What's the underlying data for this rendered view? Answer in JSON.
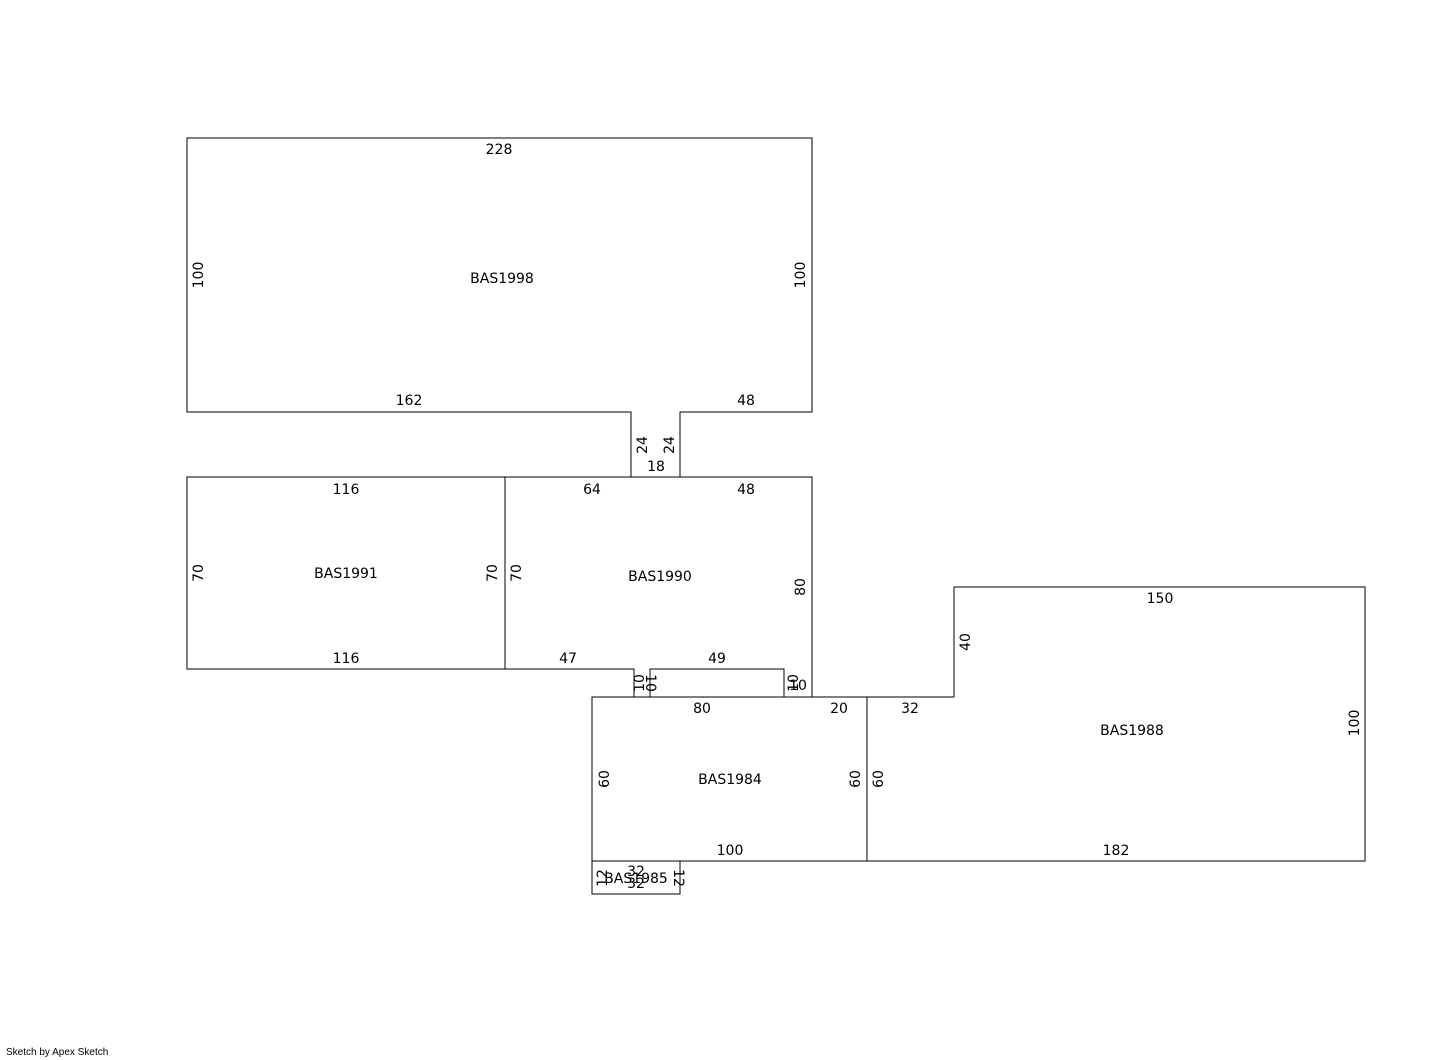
{
  "footer": "Sketch by Apex Sketch",
  "areas": {
    "bas1998": "BAS1998",
    "bas1991": "BAS1991",
    "bas1990": "BAS1990",
    "bas1988": "BAS1988",
    "bas1984": "BAS1984",
    "bas1985": "BAS1985"
  },
  "dims": {
    "d1998_top": "228",
    "d1998_left": "100",
    "d1998_right": "100",
    "d1998_bottom_left": "162",
    "d1998_bottom_right": "48",
    "connector_left": "24",
    "connector_right": "24",
    "connector_bottom": "18",
    "d1991_top": "116",
    "d1991_left": "70",
    "d1991_right": "70",
    "d1991_bottom": "116",
    "d1990_left": "70",
    "d1990_top_left": "64",
    "d1990_top_right": "48",
    "d1990_right": "80",
    "d1990_bottom_left": "47",
    "d1990_bottom_right": "49",
    "d1990_notch_left_a": "10",
    "d1990_notch_left_b": "10",
    "d1990_notch_right_a": "10",
    "d1990_notch_right_b": "10",
    "d1988_top": "150",
    "d1988_left": "40",
    "d1988_right": "100",
    "d1988_step": "32",
    "d1988_left_lower": "60",
    "d1988_bottom": "182",
    "d1984_top": "80",
    "d1984_top_right": "20",
    "d1984_left": "60",
    "d1984_right": "60",
    "d1984_bottom": "100",
    "d1985_top": "32",
    "d1985_bottom": "32",
    "d1985_left": "12",
    "d1985_right": "12"
  }
}
